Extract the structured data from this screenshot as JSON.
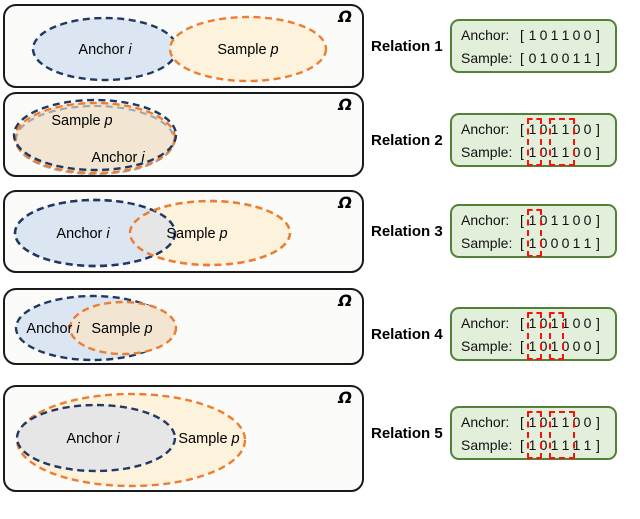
{
  "figure": {
    "omega_symbol": "Ω",
    "vector_notation": {
      "anchor_prefix": "Anchor:",
      "sample_prefix": "Sample:",
      "bracket_open": "[",
      "bracket_close": "]"
    },
    "colors": {
      "navy": "#1f3864",
      "orange": "#ed7d31",
      "grey_outline": "#a6a6a6",
      "anchor_fill": "#dce6f2",
      "sample_fill": "#fdf2dc",
      "shared_fill": "#f2e6d3",
      "intersection_fill": "#e7e6e6",
      "panel_bg": "#fbfbfa",
      "panel_border": "#1a1a1a",
      "vector_box_bg": "#e2efda",
      "vector_box_border": "#538135",
      "highlight_red": "#fb100c",
      "text": "#000000"
    },
    "rows": [
      {
        "relation_label": "Relation 1",
        "venn_type": "disjoint",
        "anchor_label": {
          "text": "Anchor",
          "var": "i"
        },
        "sample_label": {
          "text": "Sample",
          "var": "p"
        },
        "vector_box": {
          "anchor_vector": [
            1,
            0,
            1,
            1,
            0,
            0
          ],
          "sample_vector": [
            0,
            1,
            0,
            0,
            1,
            1
          ],
          "highlights": []
        }
      },
      {
        "relation_label": "Relation 2",
        "venn_type": "equal",
        "anchor_label": {
          "text": "Anchor",
          "var": "i"
        },
        "sample_label": {
          "text": "Sample",
          "var": "p"
        },
        "vector_box": {
          "anchor_vector": [
            1,
            0,
            1,
            1,
            0,
            0
          ],
          "sample_vector": [
            1,
            0,
            1,
            1,
            0,
            0
          ],
          "highlights": [
            {
              "start": 0,
              "span": 1
            },
            {
              "start": 2,
              "span": 2
            }
          ]
        }
      },
      {
        "relation_label": "Relation 3",
        "venn_type": "overlap",
        "anchor_label": {
          "text": "Anchor",
          "var": "i"
        },
        "sample_label": {
          "text": "Sample",
          "var": "p"
        },
        "vector_box": {
          "anchor_vector": [
            1,
            0,
            1,
            1,
            0,
            0
          ],
          "sample_vector": [
            1,
            0,
            0,
            0,
            1,
            1
          ],
          "highlights": [
            {
              "start": 0,
              "span": 1
            }
          ]
        }
      },
      {
        "relation_label": "Relation 4",
        "venn_type": "sample_in_anchor",
        "anchor_label": {
          "text": "Anchor",
          "var": "i"
        },
        "sample_label": {
          "text": "Sample",
          "var": "p"
        },
        "vector_box": {
          "anchor_vector": [
            1,
            0,
            1,
            1,
            0,
            0
          ],
          "sample_vector": [
            1,
            0,
            1,
            0,
            0,
            0
          ],
          "highlights": [
            {
              "start": 0,
              "span": 1
            },
            {
              "start": 2,
              "span": 1
            }
          ]
        }
      },
      {
        "relation_label": "Relation 5",
        "venn_type": "anchor_in_sample",
        "anchor_label": {
          "text": "Anchor",
          "var": "i"
        },
        "sample_label": {
          "text": "Sample",
          "var": "p"
        },
        "vector_box": {
          "anchor_vector": [
            1,
            0,
            1,
            1,
            0,
            0
          ],
          "sample_vector": [
            1,
            0,
            1,
            1,
            1,
            1
          ],
          "highlights": [
            {
              "start": 0,
              "span": 1
            },
            {
              "start": 2,
              "span": 2
            }
          ]
        }
      }
    ]
  }
}
